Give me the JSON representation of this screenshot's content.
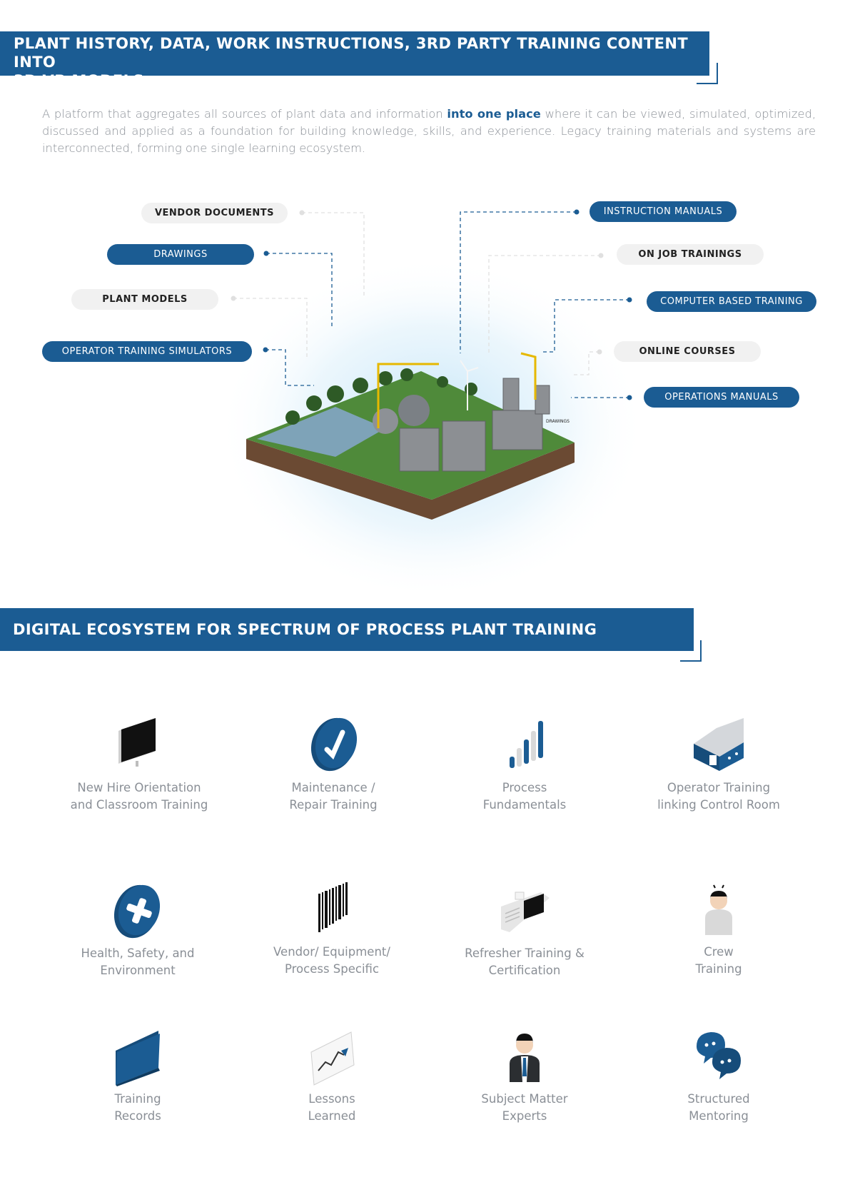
{
  "section1": {
    "title_line1": "PLANT HISTORY, DATA, WORK INSTRUCTIONS, 3RD PARTY TRAINING CONTENT INTO",
    "title_line2": "3D VR MODELS",
    "intro_before": "A platform that aggregates all sources of plant data and information ",
    "intro_highlight": "into one place",
    "intro_after": " where it can be viewed, simulated, optimized, discussed and applied as a foundation for building knowledge, skills, and experience. Legacy training materials and systems are interconnected, forming one single learning ecosystem."
  },
  "diagram": {
    "left_pills": [
      {
        "label": "VENDOR DOCUMENTS",
        "style": "light"
      },
      {
        "label": "DRAWINGS",
        "style": "dark"
      },
      {
        "label": "PLANT MODELS",
        "style": "light"
      },
      {
        "label": "OPERATOR TRAINING SIMULATORS",
        "style": "dark"
      }
    ],
    "right_pills": [
      {
        "label": "INSTRUCTION MANUALS",
        "style": "dark"
      },
      {
        "label": "ON JOB TRAININGS",
        "style": "light"
      },
      {
        "label": "COMPUTER BASED TRAINING",
        "style": "dark"
      },
      {
        "label": "ONLINE COURSES",
        "style": "light"
      },
      {
        "label": "OPERATIONS MANUALS",
        "style": "dark"
      }
    ],
    "model_tag": "DRAWINGS",
    "colors": {
      "primary": "#1b5c93",
      "light_pill": "#f1f1f1",
      "grass": "#4f8a3a",
      "soil": "#6b4a33",
      "water": "#7ea3b8"
    }
  },
  "section2": {
    "title": "DIGITAL ECOSYSTEM FOR SPECTRUM OF PROCESS PLANT TRAINING REQUIREMENTS",
    "items": [
      {
        "icon": "monitor-icon",
        "line1": "New Hire Orientation",
        "line2": "and Classroom Training"
      },
      {
        "icon": "checkmark-icon",
        "line1": "Maintenance /",
        "line2": "Repair Training"
      },
      {
        "icon": "bar-chart-icon",
        "line1": "Process",
        "line2": "Fundamentals"
      },
      {
        "icon": "control-room-icon",
        "line1": "Operator Training",
        "line2": "linking Control Room"
      },
      {
        "icon": "plus-icon",
        "line1": "Health, Safety, and",
        "line2": "Environment"
      },
      {
        "icon": "barcode-icon",
        "line1": "Vendor/ Equipment/",
        "line2": "Process Specific"
      },
      {
        "icon": "certificate-icon",
        "line1": "Refresher Training &",
        "line2": "Certification"
      },
      {
        "icon": "crew-member-icon",
        "line1": "Crew",
        "line2": "Training"
      },
      {
        "icon": "folder-icon",
        "line1": "Training",
        "line2": "Records"
      },
      {
        "icon": "line-chart-icon",
        "line1": "Lessons",
        "line2": "Learned"
      },
      {
        "icon": "expert-icon",
        "line1": "Subject Matter",
        "line2": "Experts"
      },
      {
        "icon": "chat-bubbles-icon",
        "line1": "Structured",
        "line2": "Mentoring"
      }
    ]
  }
}
